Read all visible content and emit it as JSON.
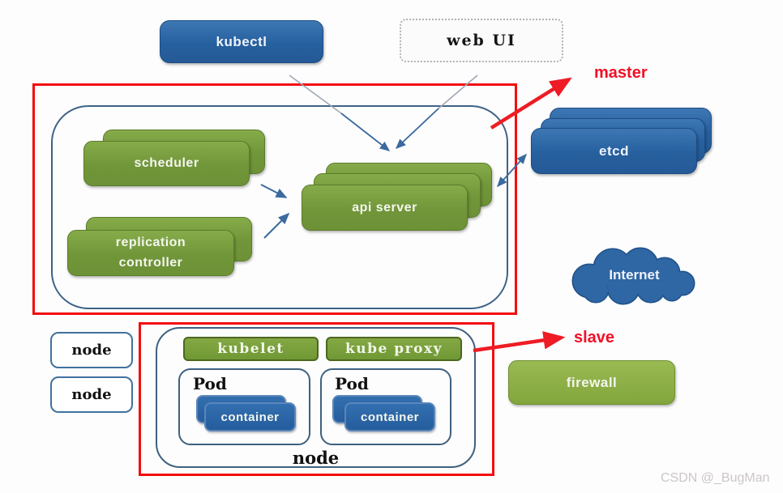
{
  "top": {
    "kubectl": "kubectl",
    "web_ui": "web UI"
  },
  "labels": {
    "master": "master",
    "slave": "slave"
  },
  "master": {
    "scheduler": "scheduler",
    "replication_line1": "replication",
    "replication_line2": "controller",
    "api_server": "api server"
  },
  "right": {
    "etcd": "etcd",
    "internet": "Internet",
    "firewall": "firewall"
  },
  "left_nodes": {
    "node1": "node",
    "node2": "node"
  },
  "slave": {
    "kubelet": "kubelet",
    "kube_proxy": "kube proxy",
    "pod1_label": "Pod",
    "pod2_label": "Pod",
    "container1": "container",
    "container2": "container",
    "node_label": "node"
  },
  "watermark": "CSDN @_BugMan",
  "colors": {
    "box_blue": "#2d67a6",
    "box_green": "#7ba23e",
    "firewall_green": "#8bad43",
    "region_red": "#f30d0d",
    "label_red": "#f30f26",
    "arrow_blue": "#3c6a9f",
    "outline_steel": "#3e6286",
    "watermark_gray": "#cdc6c6"
  }
}
